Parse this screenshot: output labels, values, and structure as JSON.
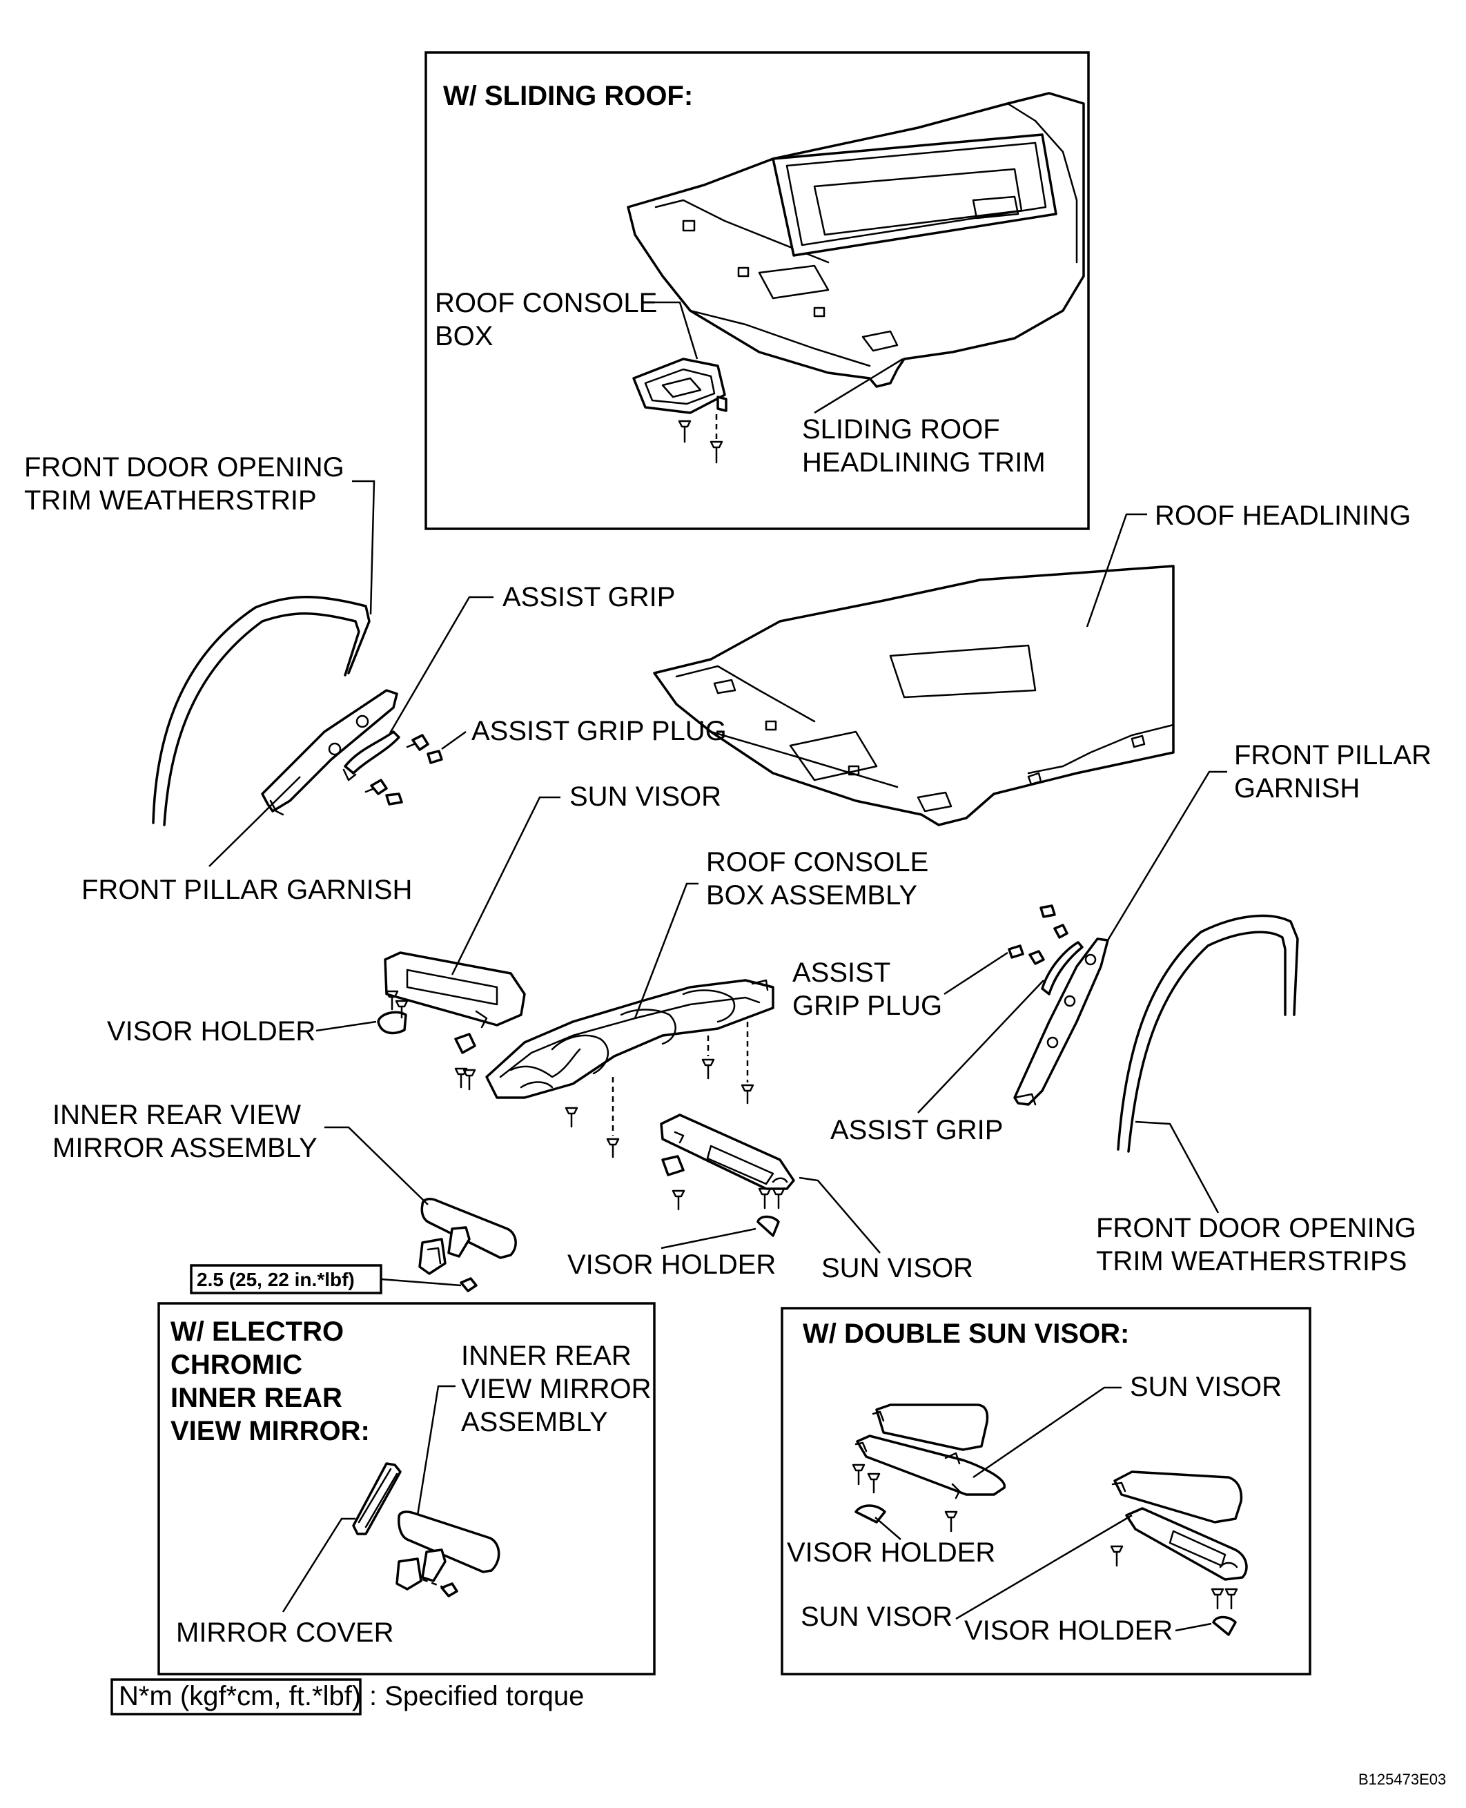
{
  "insets": {
    "sliding_roof": {
      "title": "W/ SLIDING ROOF:"
    },
    "electro_chromic": {
      "title_lines": [
        "W/ ELECTRO",
        "CHROMIC",
        "INNER REAR",
        "VIEW MIRROR:"
      ]
    },
    "double_sun_visor": {
      "title": "W/ DOUBLE SUN VISOR:"
    }
  },
  "labels": {
    "roof_console_box": [
      "ROOF CONSOLE",
      "BOX"
    ],
    "sliding_roof_headlining_trim": [
      "SLIDING ROOF",
      "HEADLINING TRIM"
    ],
    "front_door_opening_trim_weatherstrip": [
      "FRONT DOOR OPENING",
      "TRIM WEATHERSTRIP"
    ],
    "roof_headlining": "ROOF HEADLINING",
    "assist_grip_left": "ASSIST GRIP",
    "assist_grip_plug_left": "ASSIST GRIP PLUG",
    "front_pillar_garnish_right": [
      "FRONT PILLAR",
      "GARNISH"
    ],
    "sun_visor_top": "SUN VISOR",
    "front_pillar_garnish_left": "FRONT PILLAR GARNISH",
    "roof_console_box_assembly": [
      "ROOF CONSOLE",
      "BOX ASSEMBLY"
    ],
    "assist_grip_plug_right": [
      "ASSIST",
      "GRIP PLUG"
    ],
    "visor_holder_left": "VISOR HOLDER",
    "assist_grip_right": "ASSIST GRIP",
    "inner_rear_view_mirror_assembly": [
      "INNER REAR VIEW",
      "MIRROR ASSEMBLY"
    ],
    "front_door_opening_trim_weatherstrips": [
      "FRONT DOOR OPENING",
      "TRIM WEATHERSTRIPS"
    ],
    "visor_holder_center": "VISOR HOLDER",
    "sun_visor_center": "SUN VISOR",
    "torque_value": "2.5 (25, 22 in.*lbf)",
    "ec_inner_rear_view_mirror_assembly": [
      "INNER REAR",
      "VIEW MIRROR",
      "ASSEMBLY"
    ],
    "mirror_cover": "MIRROR COVER",
    "dsv_sun_visor_top": "SUN VISOR",
    "dsv_visor_holder_left": "VISOR HOLDER",
    "dsv_sun_visor_bottom": "SUN VISOR",
    "dsv_visor_holder_right": "VISOR HOLDER"
  },
  "legend": {
    "unit_box": "N*m (kgf*cm, ft.*lbf)",
    "text": ": Specified torque"
  },
  "figure_code": "B125473E03"
}
